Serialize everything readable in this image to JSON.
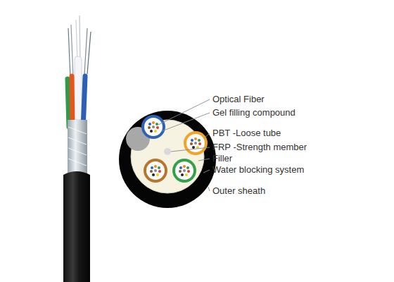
{
  "diagram": {
    "labels": [
      "Optical Fiber",
      "Gel filling compound",
      "PBT -Loose tube",
      "FRP -Strength member",
      "Filler",
      "Water blocking system",
      "Outer sheath"
    ]
  }
}
